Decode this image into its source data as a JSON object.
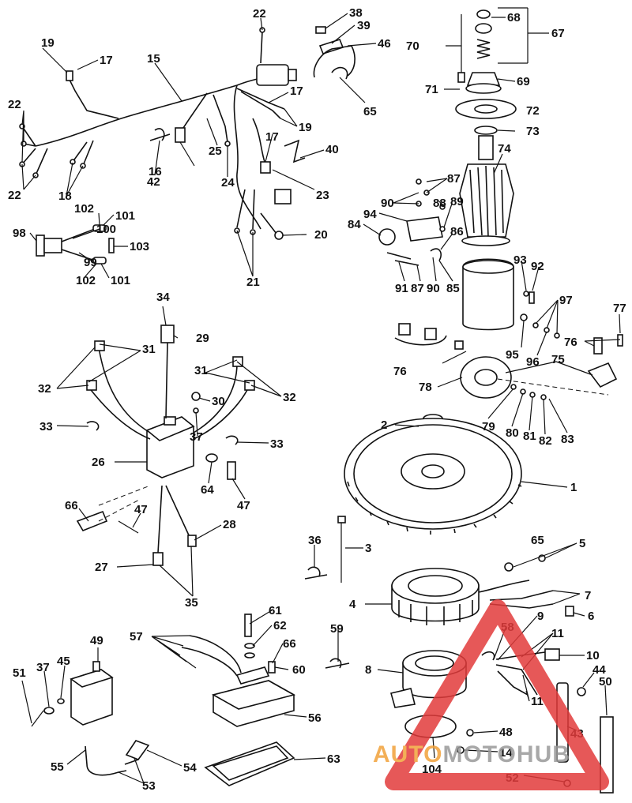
{
  "callouts": [
    "1",
    "2",
    "3",
    "4",
    "5",
    "6",
    "7",
    "8",
    "9",
    "10",
    "11",
    "14",
    "15",
    "16",
    "17",
    "18",
    "19",
    "20",
    "21",
    "22",
    "23",
    "24",
    "25",
    "26",
    "27",
    "28",
    "29",
    "30",
    "31",
    "32",
    "33",
    "34",
    "35",
    "36",
    "37",
    "38",
    "39",
    "40",
    "42",
    "43",
    "44",
    "45",
    "46",
    "47",
    "48",
    "49",
    "50",
    "51",
    "52",
    "53",
    "54",
    "55",
    "56",
    "57",
    "58",
    "59",
    "60",
    "61",
    "62",
    "63",
    "64",
    "65",
    "66",
    "67",
    "68",
    "69",
    "70",
    "71",
    "72",
    "73",
    "74",
    "75",
    "76",
    "77",
    "78",
    "79",
    "80",
    "81",
    "82",
    "83",
    "84",
    "85",
    "86",
    "87",
    "88",
    "89",
    "90",
    "91",
    "92",
    "93",
    "94",
    "95",
    "96",
    "97",
    "98",
    "99",
    "100",
    "101",
    "102",
    "103",
    "104"
  ],
  "watermark": {
    "part1": "AUTO",
    "part2": "MOTO",
    "part3": "HUB",
    "color_red": "#e23b3b",
    "color_orange": "#f2a23a",
    "color_gray": "#9a9a9a"
  },
  "ink_color": "#111111"
}
